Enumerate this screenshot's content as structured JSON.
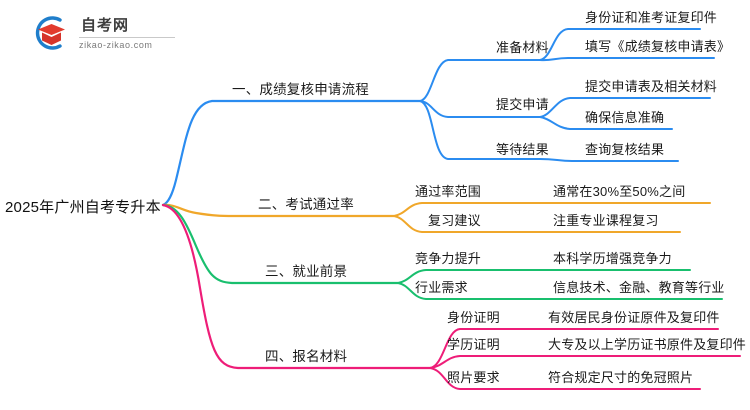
{
  "logo": {
    "name_cn": "自考网",
    "name_en": "zikao-zikao.com",
    "mark_icon": "graduation-cap-icon",
    "ring_color": "#1f7ecb",
    "cap_color": "#e23b2e"
  },
  "mindmap": {
    "root": {
      "label": "2025年广州自考专升本"
    },
    "colors": {
      "branch1": "#2b8cf0",
      "branch2": "#f0a72a",
      "branch3": "#19bf6e",
      "branch4": "#ee1d78"
    },
    "branches": [
      {
        "id": "branch1",
        "label": "一、成绩复核申请流程",
        "color": "#2b8cf0",
        "children": [
          {
            "label": "准备材料",
            "leaves": [
              {
                "label": "身份证和准考证复印件"
              },
              {
                "label": "填写《成绩复核申请表》"
              }
            ]
          },
          {
            "label": "提交申请",
            "leaves": [
              {
                "label": "提交申请表及相关材料"
              },
              {
                "label": "确保信息准确"
              }
            ]
          },
          {
            "label": "等待结果",
            "leaves": [
              {
                "label": "查询复核结果"
              }
            ]
          }
        ]
      },
      {
        "id": "branch2",
        "label": "二、考试通过率",
        "color": "#f0a72a",
        "children": [
          {
            "label": "通过率范围",
            "leaves": [
              {
                "label": "通常在30%至50%之间"
              }
            ]
          },
          {
            "label": "复习建议",
            "leaves": [
              {
                "label": "注重专业课程复习"
              }
            ]
          }
        ]
      },
      {
        "id": "branch3",
        "label": "三、就业前景",
        "color": "#19bf6e",
        "children": [
          {
            "label": "竞争力提升",
            "leaves": [
              {
                "label": "本科学历增强竞争力"
              }
            ]
          },
          {
            "label": "行业需求",
            "leaves": [
              {
                "label": "信息技术、金融、教育等行业"
              }
            ]
          }
        ]
      },
      {
        "id": "branch4",
        "label": "四、报名材料",
        "color": "#ee1d78",
        "children": [
          {
            "label": "身份证明",
            "leaves": [
              {
                "label": "有效居民身份证原件及复印件"
              }
            ]
          },
          {
            "label": "学历证明",
            "leaves": [
              {
                "label": "大专及以上学历证书原件及复印件"
              }
            ]
          },
          {
            "label": "照片要求",
            "leaves": [
              {
                "label": "符合规定尺寸的免冠照片"
              }
            ]
          }
        ]
      }
    ]
  }
}
